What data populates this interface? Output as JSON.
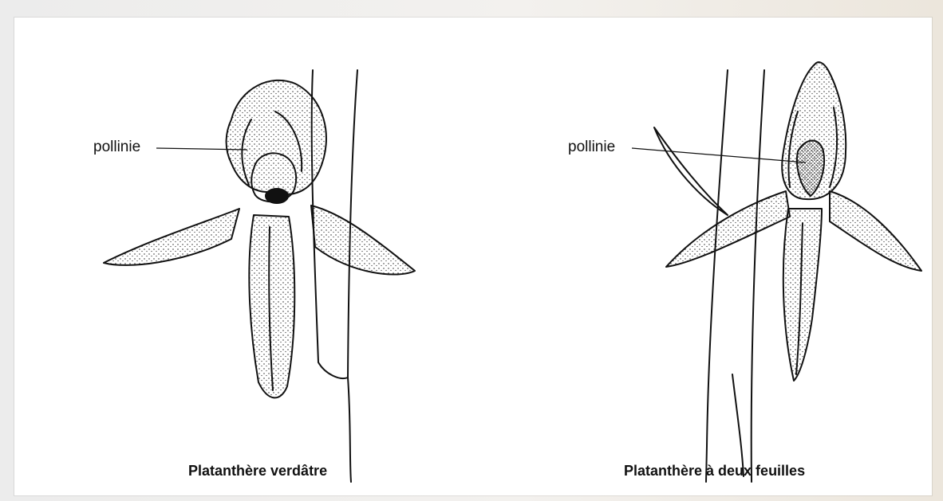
{
  "figure": {
    "left_flower": {
      "pollinia_label": "pollinie",
      "caption": "Platanthère verdâtre"
    },
    "right_flower": {
      "pollinia_label": "pollinie",
      "caption": "Platanthère à deux feuilles"
    }
  },
  "colors": {
    "paper": "#ffffff",
    "ink": "#111111",
    "scan_background": "#ececec"
  }
}
